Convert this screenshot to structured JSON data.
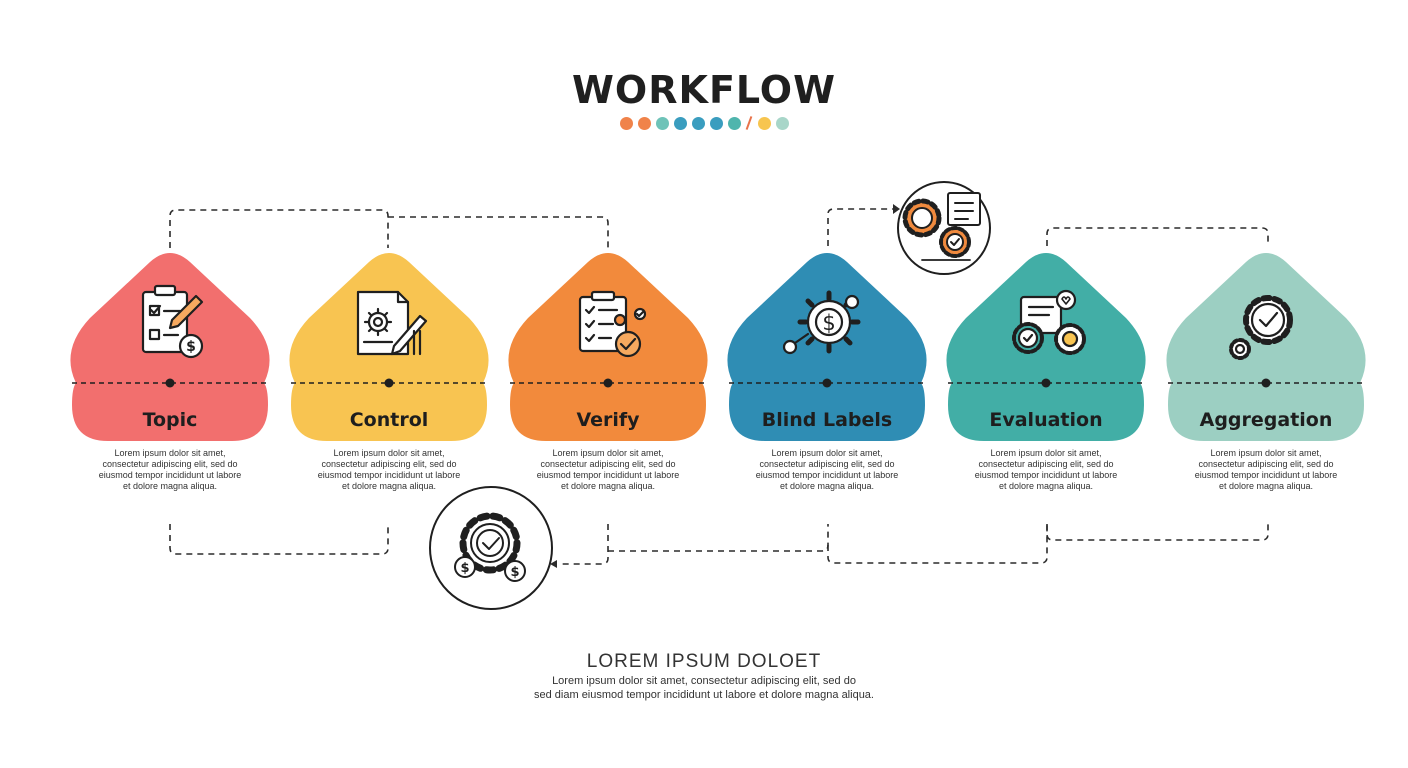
{
  "title": "WORKFLOW",
  "palette": {
    "coral": "#f26f6e",
    "yellow": "#f8c451",
    "orange": "#f28a3c",
    "blue": "#2f8db4",
    "teal": "#42aea6",
    "sage": "#9ccfc2",
    "ink": "#222222",
    "accent_dot_orange": "#f0834a"
  },
  "title_dots": [
    "#f0834a",
    "#f0834a",
    "#6ec3b8",
    "#3a9dbf",
    "#3a9dbf",
    "#3a9dbf",
    "#4fb5ad",
    "slash",
    "#f7c54f",
    "#a8d6c9"
  ],
  "steps": [
    {
      "label": "Topic",
      "color": "#f26f6e",
      "icon": "clipboard-pencil-dollar-icon",
      "description": [
        "Lorem ipsum dolor sit amet,",
        "consectetur adipiscing elit, sed do",
        "eiusmod tempor incididunt ut labore",
        "et dolore magna aliqua."
      ]
    },
    {
      "label": "Control",
      "color": "#f8c451",
      "icon": "document-gear-pencil-icon",
      "description": [
        "Lorem ipsum dolor sit amet,",
        "consectetur adipiscing elit, sed do",
        "eiusmod tempor incididunt ut labore",
        "et dolore magna aliqua."
      ]
    },
    {
      "label": "Verify",
      "color": "#f28a3c",
      "icon": "checklist-verify-icon",
      "description": [
        "Lorem ipsum dolor sit amet,",
        "consectetur adipiscing elit, sed do",
        "eiusmod tempor incididunt ut labore",
        "et dolore magna aliqua."
      ]
    },
    {
      "label": "Blind Labels",
      "color": "#2f8db4",
      "icon": "dollar-gear-icon",
      "description": [
        "Lorem ipsum dolor sit amet,",
        "consectetur adipiscing elit, sed do",
        "eiusmod tempor incididunt ut labore",
        "et dolore magna aliqua."
      ]
    },
    {
      "label": "Evaluation",
      "color": "#42aea6",
      "icon": "document-gears-heart-icon",
      "description": [
        "Lorem ipsum dolor sit amet,",
        "consectetur adipiscing elit, sed do",
        "eiusmod tempor incididunt ut labore",
        "et dolore magna aliqua."
      ]
    },
    {
      "label": "Aggregation",
      "color": "#9ccfc2",
      "icon": "gear-check-icon",
      "description": [
        "Lorem ipsum dolor sit amet,",
        "consectetur adipiscing elit, sed do",
        "eiusmod tempor incididunt ut labore",
        "et dolore magna aliqua."
      ]
    }
  ],
  "extra_icons": [
    "gears-document-circle-icon",
    "gear-check-dollars-circle-icon"
  ],
  "footer": {
    "heading": "LOREM IPSUM DOLOET",
    "body": [
      "Lorem ipsum dolor sit amet, consectetur adipiscing elit, sed do",
      "sed diam eiusmod tempor incididunt ut labore et dolore magna aliqua."
    ]
  }
}
